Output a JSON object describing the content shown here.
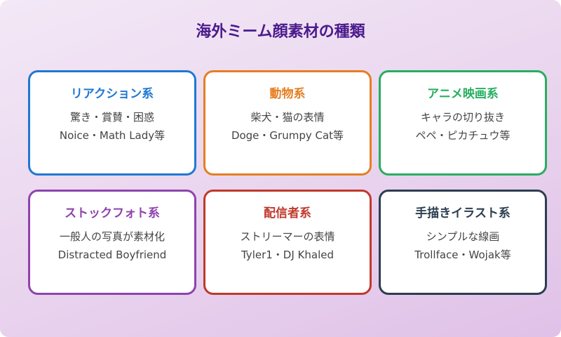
{
  "title": "海外ミーム顔素材の種類",
  "colors": {
    "title": "#4a1a8c",
    "background_start": "#f3e8f6",
    "background_end": "#e0c1e8"
  },
  "cards": [
    {
      "title": "リアクション系",
      "color": "#1f78d1",
      "line1": "驚き・賞賛・困惑",
      "line2": "Noice・Math Lady等"
    },
    {
      "title": "動物系",
      "color": "#e67e22",
      "line1": "柴犬・猫の表情",
      "line2": "Doge・Grumpy Cat等"
    },
    {
      "title": "アニメ映画系",
      "color": "#27ae60",
      "line1": "キャラの切り抜き",
      "line2": "ペペ・ピカチュウ等"
    },
    {
      "title": "ストックフォト系",
      "color": "#8e44ad",
      "line1": "一般人の写真が素材化",
      "line2": "Distracted Boyfriend"
    },
    {
      "title": "配信者系",
      "color": "#c0392b",
      "line1": "ストリーマーの表情",
      "line2": "Tyler1・DJ Khaled"
    },
    {
      "title": "手描きイラスト系",
      "color": "#2c3e50",
      "line1": "シンプルな線画",
      "line2": "Trollface・Wojak等"
    }
  ]
}
